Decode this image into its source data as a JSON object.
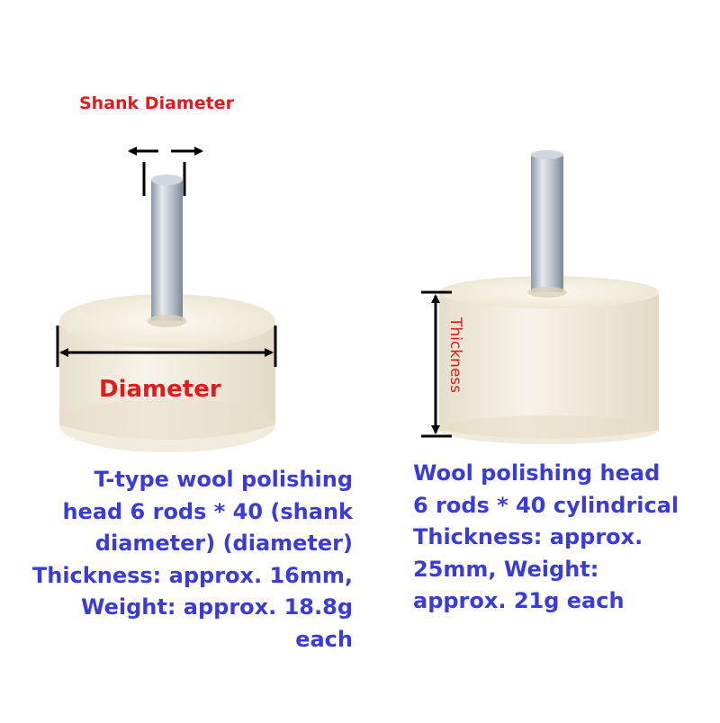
{
  "left_product": {
    "shank_label": "Shank Diameter",
    "diameter_label": "Diameter",
    "description_lines": [
      "T-type wool polishing",
      "head 6 rods * 40 (shank",
      "diameter) (diameter)",
      "Thickness: approx. 16mm,",
      "Weight: approx. 18.8g",
      "each"
    ]
  },
  "right_product": {
    "thickness_label": "Thickness",
    "description_lines": [
      "Wool polishing head",
      "6 rods * 40 cylindrical",
      "Thickness: approx.",
      "25mm, Weight:",
      "approx. 21g each"
    ]
  },
  "colors": {
    "label_red": "#e01b1b",
    "description_blue": "#3b3bd9",
    "felt": "#f2ecdc",
    "rod": "#b9c4cf"
  }
}
